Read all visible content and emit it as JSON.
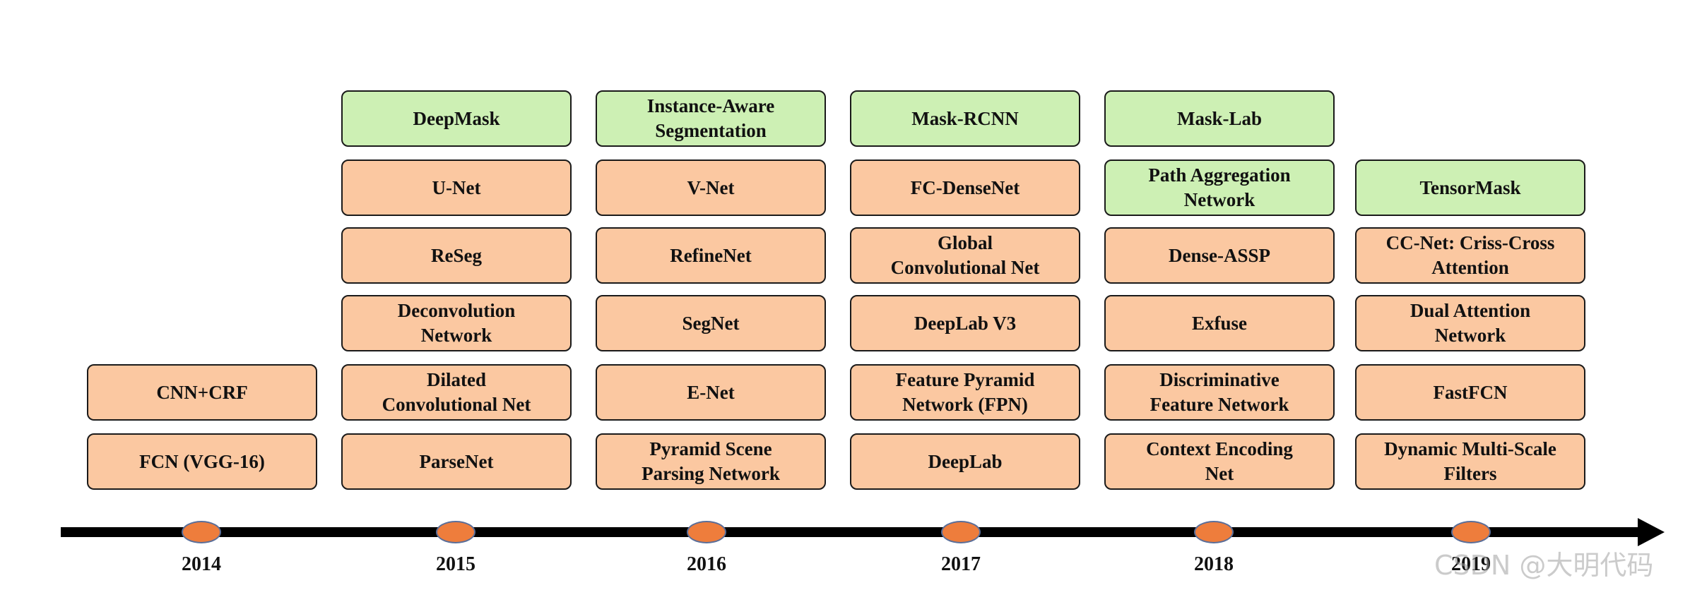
{
  "columns": [
    {
      "year": "2014",
      "boxes": [
        {
          "label": "CNN+CRF",
          "color": "#fbc8a1"
        },
        {
          "label": "FCN (VGG-16)",
          "color": "#fbc8a1"
        }
      ]
    },
    {
      "year": "2015",
      "boxes": [
        {
          "label": "DeepMask",
          "color": "#cdf0b4"
        },
        {
          "label": "U-Net",
          "color": "#fbc8a1"
        },
        {
          "label": "ReSeg",
          "color": "#fbc8a1"
        },
        {
          "label": "Deconvolution\nNetwork",
          "color": "#fbc8a1"
        },
        {
          "label": "Dilated\nConvolutional Net",
          "color": "#fbc8a1"
        },
        {
          "label": "ParseNet",
          "color": "#fbc8a1"
        }
      ]
    },
    {
      "year": "2016",
      "boxes": [
        {
          "label": "Instance-Aware\nSegmentation",
          "color": "#cdf0b4"
        },
        {
          "label": "V-Net",
          "color": "#fbc8a1"
        },
        {
          "label": "RefineNet",
          "color": "#fbc8a1"
        },
        {
          "label": "SegNet",
          "color": "#fbc8a1"
        },
        {
          "label": "E-Net",
          "color": "#fbc8a1"
        },
        {
          "label": "Pyramid Scene\nParsing Network",
          "color": "#fbc8a1"
        }
      ]
    },
    {
      "year": "2017",
      "boxes": [
        {
          "label": "Mask-RCNN",
          "color": "#cdf0b4"
        },
        {
          "label": "FC-DenseNet",
          "color": "#fbc8a1"
        },
        {
          "label": "Global\nConvolutional Net",
          "color": "#fbc8a1"
        },
        {
          "label": "DeepLab V3",
          "color": "#fbc8a1"
        },
        {
          "label": "Feature Pyramid\nNetwork (FPN)",
          "color": "#fbc8a1"
        },
        {
          "label": "DeepLab",
          "color": "#fbc8a1"
        }
      ]
    },
    {
      "year": "2018",
      "boxes": [
        {
          "label": "Mask-Lab",
          "color": "#cdf0b4"
        },
        {
          "label": "Path Aggregation\nNetwork",
          "color": "#cdf0b4"
        },
        {
          "label": "Dense-ASSP",
          "color": "#fbc8a1"
        },
        {
          "label": "Exfuse",
          "color": "#fbc8a1"
        },
        {
          "label": "Discriminative\nFeature Network",
          "color": "#fbc8a1"
        },
        {
          "label": "Context Encoding\nNet",
          "color": "#fbc8a1"
        }
      ]
    },
    {
      "year": "2019",
      "boxes": [
        {
          "label": "TensorMask",
          "color": "#cdf0b4"
        },
        {
          "label": "CC-Net: Criss-Cross\nAttention",
          "color": "#fbc8a1"
        },
        {
          "label": "Dual Attention\nNetwork",
          "color": "#fbc8a1"
        },
        {
          "label": "FastFCN",
          "color": "#fbc8a1"
        },
        {
          "label": "Dynamic Multi-Scale\nFilters",
          "color": "#fbc8a1"
        }
      ]
    }
  ],
  "watermark": "CSDN @大明代码"
}
